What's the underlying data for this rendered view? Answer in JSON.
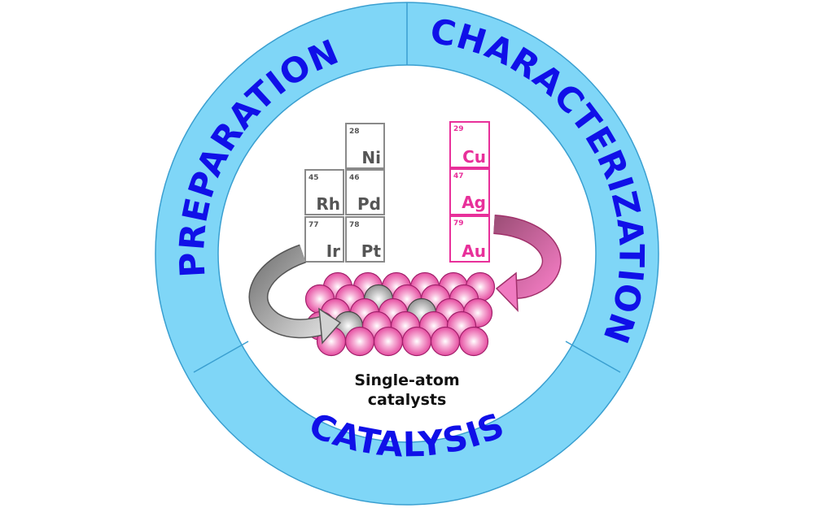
{
  "ring_labels": {
    "preparation": "PREPARATION",
    "characterization": "CHARACTERIZATION",
    "catalysis": "CATALYSIS"
  },
  "caption": {
    "line1": "Single-atom",
    "line2": "catalysts"
  },
  "gray_elements": [
    {
      "number": "28",
      "symbol": "Ni"
    },
    {
      "number": "45",
      "symbol": "Rh"
    },
    {
      "number": "46",
      "symbol": "Pd"
    },
    {
      "number": "77",
      "symbol": "Ir"
    },
    {
      "number": "78",
      "symbol": "Pt"
    }
  ],
  "pink_elements": [
    {
      "number": "29",
      "symbol": "Cu"
    },
    {
      "number": "47",
      "symbol": "Ag"
    },
    {
      "number": "79",
      "symbol": "Au"
    }
  ],
  "colors": {
    "ring": "#7fd6f7",
    "ring_border": "#3a9fd0",
    "label": "#1010e8",
    "gray": "#6a6a6a",
    "pink": "#e8309a"
  }
}
